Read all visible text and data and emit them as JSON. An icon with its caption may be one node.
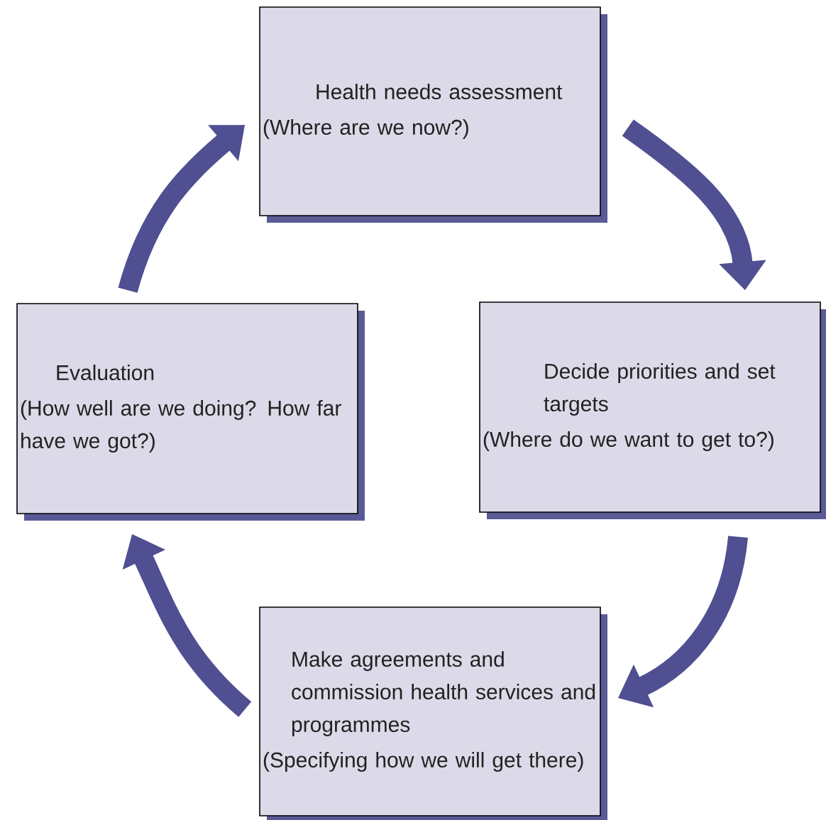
{
  "diagram": {
    "nodes": [
      {
        "text": [
          "Health needs assessment",
          "(Where are we now?)"
        ]
      },
      {
        "text": [
          "Decide priorities and set targets",
          "(Where do we want to get to?)"
        ]
      },
      {
        "text": [
          "Make agreements and commission health services and programmes",
          "(Specifying how we will get there)"
        ]
      },
      {
        "text": [
          "Evaluation",
          "(How well are we doing? How far have we got?)"
        ]
      }
    ],
    "edges": [
      {
        "from": 0,
        "to": 1,
        "arrow": "to"
      },
      {
        "from": 1,
        "to": 2,
        "arrow": "to"
      },
      {
        "from": 2,
        "to": 3,
        "arrow": "to"
      },
      {
        "from": 3,
        "to": 0,
        "arrow": "to"
      }
    ]
  }
}
